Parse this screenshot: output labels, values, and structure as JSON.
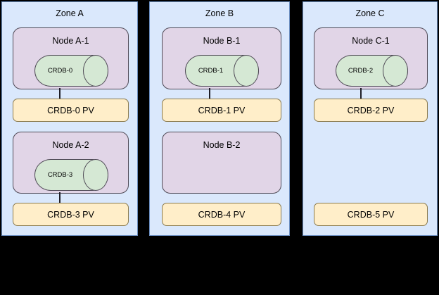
{
  "diagram": {
    "background_color": "#000000",
    "zone_fill": "#dae8fc",
    "node_fill": "#e1d5e7",
    "db_fill": "#d5e8d4",
    "pv_fill": "#ffeec9"
  },
  "zones": [
    {
      "title": "Zone A",
      "nodes": [
        {
          "title": "Node A-1",
          "db": "CRDB-0",
          "has_db": true,
          "connected": true
        },
        {
          "title": "Node A-2",
          "db": "CRDB-3",
          "has_db": true,
          "connected": true
        }
      ],
      "volumes": [
        {
          "label": "CRDB-0 PV"
        },
        {
          "label": "CRDB-3 PV"
        }
      ]
    },
    {
      "title": "Zone B",
      "nodes": [
        {
          "title": "Node B-1",
          "db": "CRDB-1",
          "has_db": true,
          "connected": true
        },
        {
          "title": "Node B-2",
          "db": "",
          "has_db": false,
          "connected": false
        }
      ],
      "volumes": [
        {
          "label": "CRDB-1 PV"
        },
        {
          "label": "CRDB-4 PV"
        }
      ]
    },
    {
      "title": "Zone C",
      "nodes": [
        {
          "title": "Node C-1",
          "db": "CRDB-2",
          "has_db": true,
          "connected": true
        }
      ],
      "volumes": [
        {
          "label": "CRDB-2 PV"
        },
        {
          "label": "CRDB-5 PV"
        }
      ]
    }
  ]
}
